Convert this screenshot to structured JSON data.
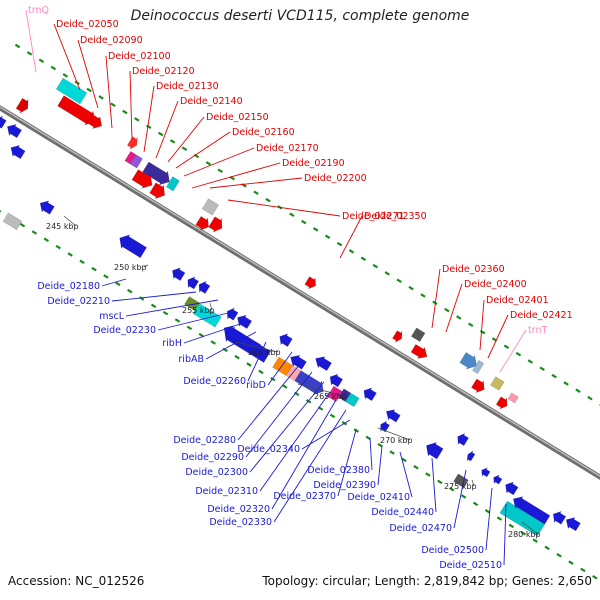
{
  "title": "Deinococcus deserti VCD115, complete genome",
  "footer": {
    "accession": "Accession: NC_012526",
    "info": "Topology: circular; Length: 2,819,842 bp; Genes: 2,650"
  },
  "colors": {
    "top_strand_label": "#e00000",
    "bottom_strand_label": "#1a1ad6",
    "rna_label": "#ff88c8",
    "backbone": "#8c8c8c",
    "tick_dash": "#1a8a1a"
  },
  "kbp_marks": [
    "245 kbp",
    "250 kbp",
    "255 kbp",
    "260 kbp",
    "265 kbp",
    "270 kbp",
    "275 kbp",
    "280 kbp"
  ],
  "top_labels": [
    "trnQ",
    "Deide_02050",
    "Deide_02090",
    "Deide_02100",
    "Deide_02120",
    "Deide_02130",
    "Deide_02140",
    "Deide_02150",
    "Deide_02160",
    "Deide_02170",
    "Deide_02190",
    "Deide_02200",
    "Deide_02271",
    "Deide_02350",
    "Deide_02360",
    "Deide_02400",
    "Deide_02401",
    "Deide_02421",
    "trnT"
  ],
  "bottom_labels": [
    "Deide_02180",
    "Deide_02210",
    "mscL",
    "Deide_02230",
    "ribH",
    "ribAB",
    "Deide_02260",
    "ribD",
    "Deide_02280",
    "Deide_02290",
    "Deide_02300",
    "Deide_02310",
    "Deide_02320",
    "Deide_02330",
    "Deide_02340",
    "Deide_02370",
    "Deide_02380",
    "Deide_02390",
    "Deide_02410",
    "Deide_02440",
    "Deide_02470",
    "Deide_02500",
    "Deide_02510"
  ]
}
